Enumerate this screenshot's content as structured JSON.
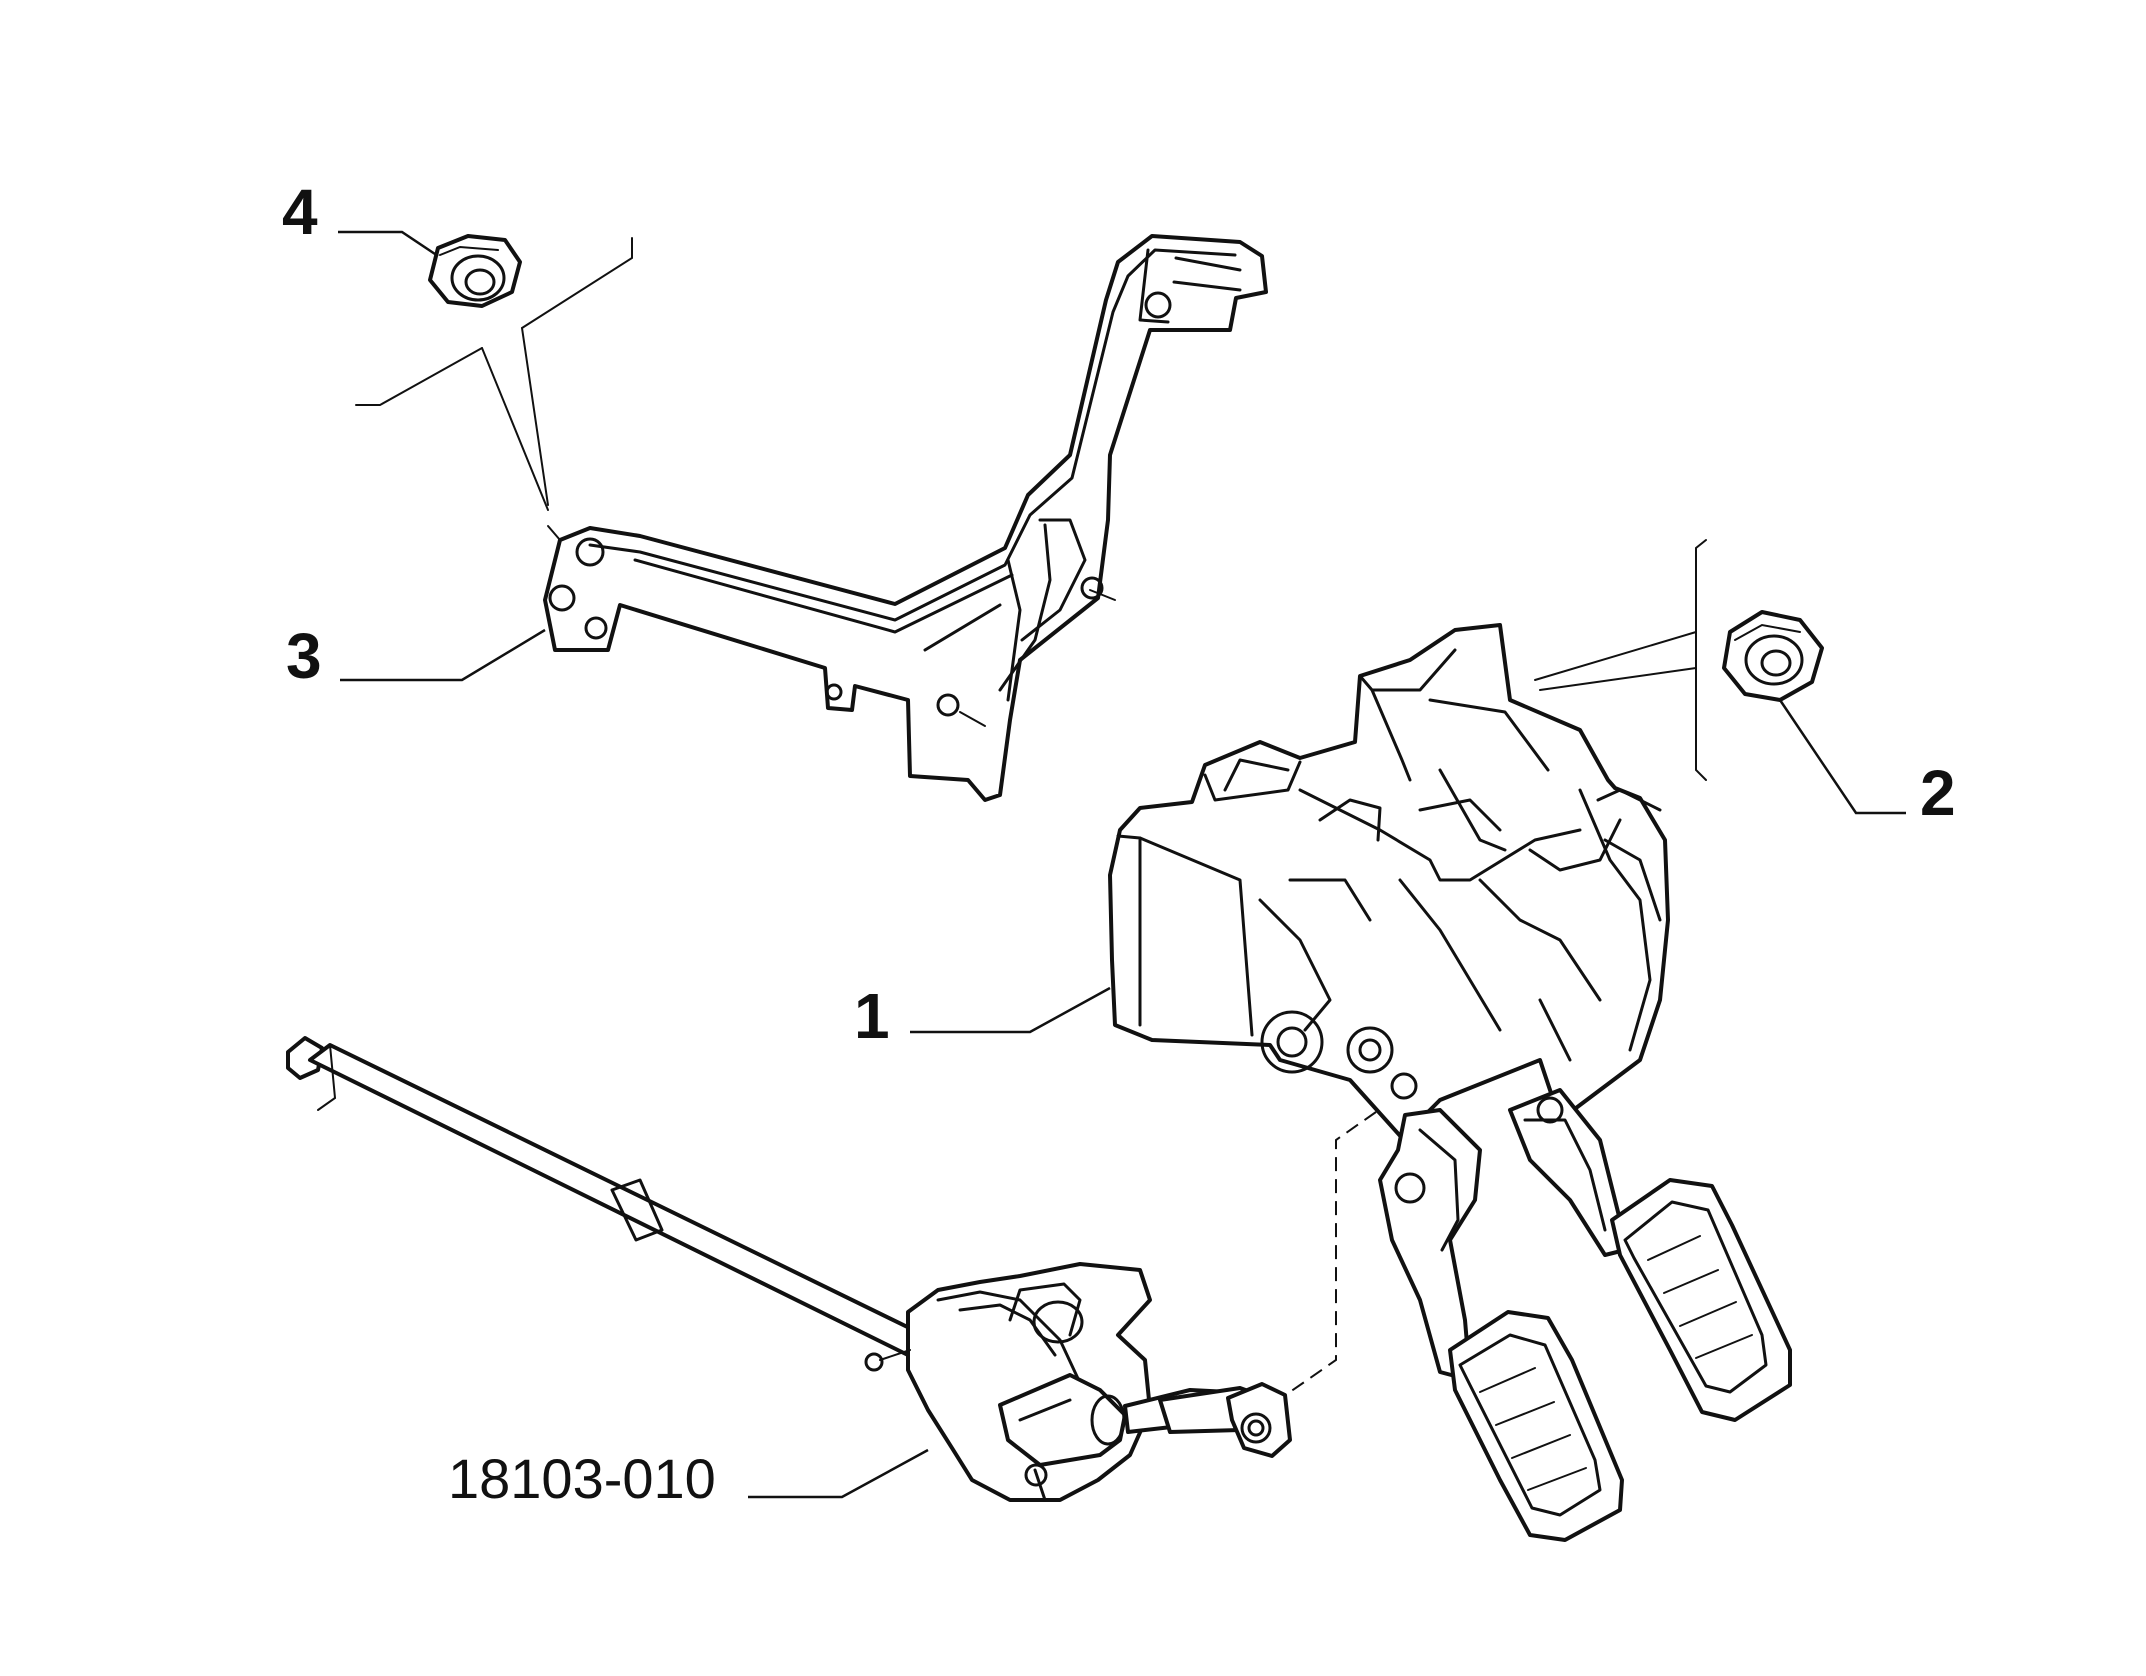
{
  "callouts": {
    "c1": "1",
    "c2": "2",
    "c3": "3",
    "c4": "4",
    "ref": "18103-010"
  }
}
